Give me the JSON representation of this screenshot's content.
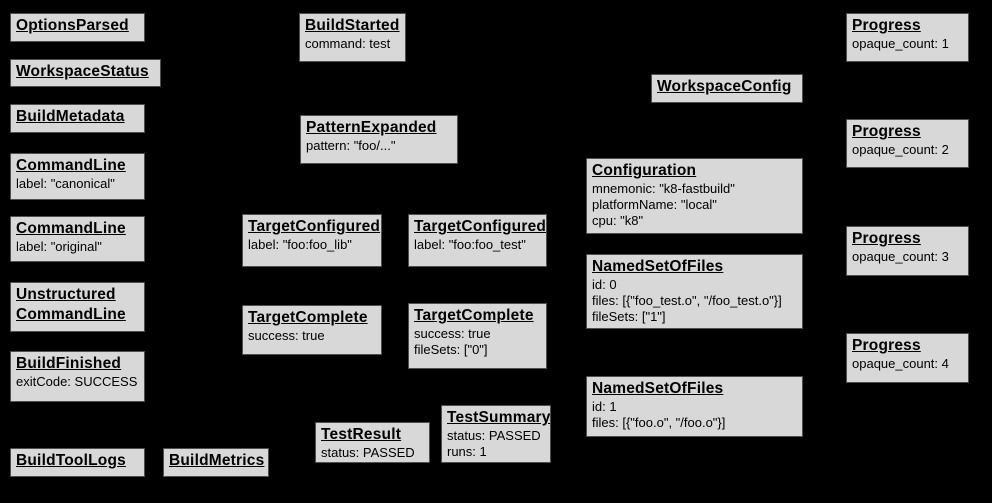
{
  "diagram": {
    "description": "Build event protocol events diagram",
    "colors": {
      "background": "#000000",
      "box_fill": "#d8d8d8",
      "box_border": "#4f4f4f",
      "text": "#000000"
    }
  },
  "boxes": [
    {
      "title": "OptionsParsed",
      "lines": []
    },
    {
      "title": "WorkspaceStatus",
      "lines": []
    },
    {
      "title": "BuildMetadata",
      "lines": []
    },
    {
      "title": "CommandLine",
      "lines": [
        "label: \"canonical\""
      ]
    },
    {
      "title": "CommandLine",
      "lines": [
        "label: \"original\""
      ]
    },
    {
      "title": "Unstructured\nCommandLine",
      "lines": []
    },
    {
      "title": "BuildFinished",
      "lines": [
        "exitCode: SUCCESS"
      ]
    },
    {
      "title": "BuildToolLogs",
      "lines": []
    },
    {
      "title": "BuildMetrics",
      "lines": []
    },
    {
      "title": "BuildStarted",
      "lines": [
        "command: test"
      ]
    },
    {
      "title": "PatternExpanded",
      "lines": [
        "pattern: \"foo/...\""
      ]
    },
    {
      "title": "TargetConfigured",
      "lines": [
        "label: \"foo:foo_lib\""
      ]
    },
    {
      "title": "TargetConfigured",
      "lines": [
        "label: \"foo:foo_test\""
      ]
    },
    {
      "title": "TargetComplete",
      "lines": [
        "success: true"
      ]
    },
    {
      "title": "TargetComplete",
      "lines": [
        "success: true",
        "fileSets: [\"0\"]"
      ]
    },
    {
      "title": "TestResult",
      "lines": [
        "status: PASSED"
      ]
    },
    {
      "title": "TestSummary",
      "lines": [
        "status: PASSED",
        "runs: 1"
      ]
    },
    {
      "title": "WorkspaceConfig",
      "lines": []
    },
    {
      "title": "Configuration",
      "lines": [
        "mnemonic: \"k8-fastbuild\"",
        "platformName: \"local\"",
        "cpu: \"k8\""
      ]
    },
    {
      "title": "NamedSetOfFiles",
      "lines": [
        "id: 0",
        "files: [{\"foo_test.o\", \"/foo_test.o\"}]",
        "fileSets: [\"1\"]"
      ]
    },
    {
      "title": "NamedSetOfFiles",
      "lines": [
        "id: 1",
        "files: [{\"foo.o\", \"/foo.o\"}]"
      ]
    },
    {
      "title": "Progress",
      "lines": [
        "opaque_count: 1"
      ]
    },
    {
      "title": "Progress",
      "lines": [
        "opaque_count: 2"
      ]
    },
    {
      "title": "Progress",
      "lines": [
        "opaque_count: 3"
      ]
    },
    {
      "title": "Progress",
      "lines": [
        "opaque_count: 4"
      ]
    }
  ]
}
